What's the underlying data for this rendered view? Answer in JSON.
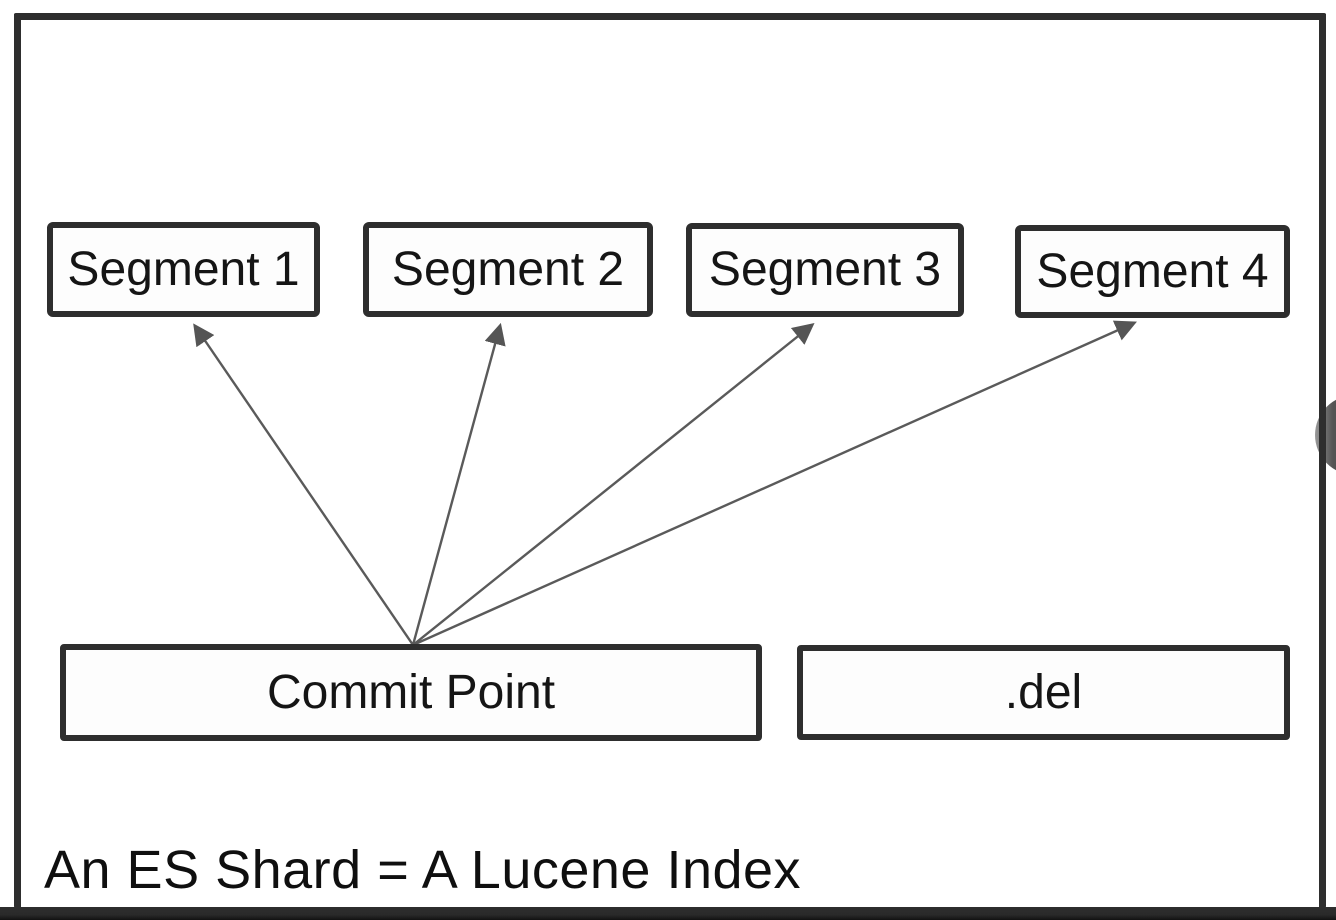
{
  "diagram": {
    "type": "flow-diagram",
    "caption": "An ES Shard = A Lucene Index",
    "segments": [
      {
        "id": "segment-1",
        "label": "Segment 1"
      },
      {
        "id": "segment-2",
        "label": "Segment 2"
      },
      {
        "id": "segment-3",
        "label": "Segment 3"
      },
      {
        "id": "segment-4",
        "label": "Segment 4"
      }
    ],
    "commit_point": {
      "label": "Commit Point"
    },
    "del_file": {
      "label": ".del"
    },
    "edges": [
      {
        "from": "Commit Point",
        "to": "Segment 1",
        "style": "arrow"
      },
      {
        "from": "Commit Point",
        "to": "Segment 2",
        "style": "arrow"
      },
      {
        "from": "Commit Point",
        "to": "Segment 3",
        "style": "arrow"
      },
      {
        "from": "Commit Point",
        "to": "Segment 4",
        "style": "arrow"
      }
    ],
    "colors": {
      "frame_border": "#2e2e2e",
      "box_border": "#2e2e2e",
      "arrow": "#5a5a5a",
      "text": "#151515",
      "background": "#ffffff",
      "edge_handle": "#4a4a4a"
    },
    "icons": {
      "right_edge_handle": "half-circle"
    }
  }
}
